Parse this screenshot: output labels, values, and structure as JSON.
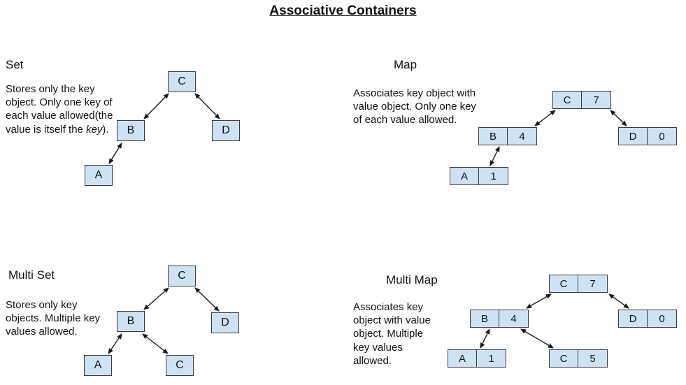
{
  "title": "Associative Containers",
  "sections": {
    "set": {
      "label": "Set",
      "description_before_italic": "Stores only the key object. Only one key of each value allowed(the value is itself the ",
      "description_italic": "key",
      "description_after_italic": ").",
      "nodes": {
        "root": "C",
        "left": "B",
        "right": "D",
        "left_child": "A"
      }
    },
    "map": {
      "label": "Map",
      "description": "Associates key object with value object. Only one key of each value allowed.",
      "nodes": {
        "root": {
          "key": "C",
          "value": "7"
        },
        "left": {
          "key": "B",
          "value": "4"
        },
        "right": {
          "key": "D",
          "value": "0"
        },
        "left_child": {
          "key": "A",
          "value": "1"
        }
      }
    },
    "multi_set": {
      "label": "Multi Set",
      "description": "Stores only key objects. Multiple key values allowed.",
      "nodes": {
        "root": "C",
        "left": "B",
        "right": "D",
        "left_left": "A",
        "left_right": "C"
      }
    },
    "multi_map": {
      "label": "Multi Map",
      "description": "Associates key object with value object. Multiple key values allowed.",
      "nodes": {
        "root": {
          "key": "C",
          "value": "7"
        },
        "left": {
          "key": "B",
          "value": "4"
        },
        "right": {
          "key": "D",
          "value": "0"
        },
        "left_left": {
          "key": "A",
          "value": "1"
        },
        "left_right": {
          "key": "C",
          "value": "5"
        }
      }
    }
  },
  "colors": {
    "node_fill": "#cfe2f3",
    "node_border": "#3b3b3b",
    "arrow": "#1a1a1a"
  }
}
